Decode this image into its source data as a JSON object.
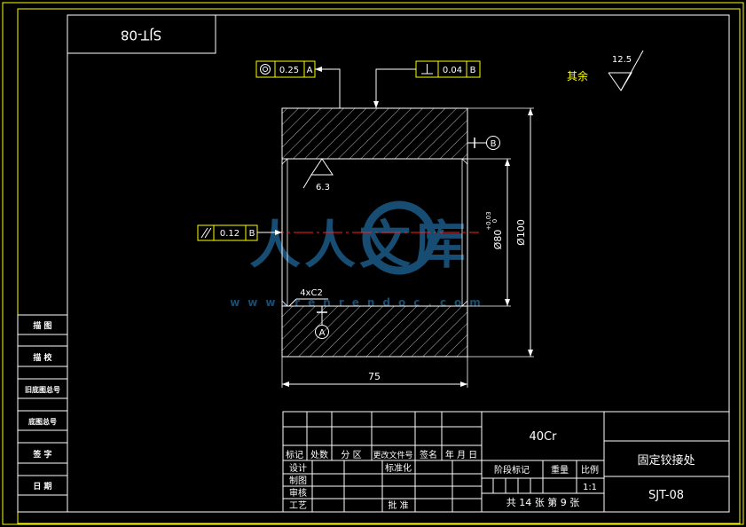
{
  "part_code_mirrored": "SJT-08",
  "tolerances": {
    "concentricity": {
      "value": "0.25",
      "datum": "A"
    },
    "perpendicularity": {
      "value": "0.04",
      "datum": "B"
    },
    "parallelism": {
      "value": "0.12",
      "datum": "B"
    }
  },
  "surface_finish": {
    "general_label": "其余",
    "general_value": "12.5",
    "bore_value": "6.3"
  },
  "dimensions": {
    "length": "75",
    "outer_diameter": "Ø100",
    "bore_diameter": "Ø80",
    "bore_tolerance_upper": "+0.03",
    "bore_tolerance_lower": "0",
    "chamfer": "4xC2"
  },
  "datums": {
    "a": "A",
    "b": "B"
  },
  "watermark": {
    "text": "人人文库",
    "url": "www.renrendoc.com"
  },
  "side_block": [
    "描 图",
    "描 校",
    "旧底图总号",
    "底图总号",
    "签 字",
    "日 期"
  ],
  "title_block": {
    "revision_headers": [
      "标记",
      "处数",
      "分 区",
      "更改文件号",
      "签名",
      "年 月 日"
    ],
    "signature_rows": [
      "设计",
      "制图",
      "审核",
      "工艺"
    ],
    "standardization": "标准化",
    "approval": "批 准",
    "material": "40Cr",
    "stage_headers": [
      "阶段标记",
      "重量",
      "比例"
    ],
    "scale": "1:1",
    "sheets": "共 14 张  第 9 张",
    "part_name": "固定铰接处",
    "part_number": "SJT-08"
  }
}
